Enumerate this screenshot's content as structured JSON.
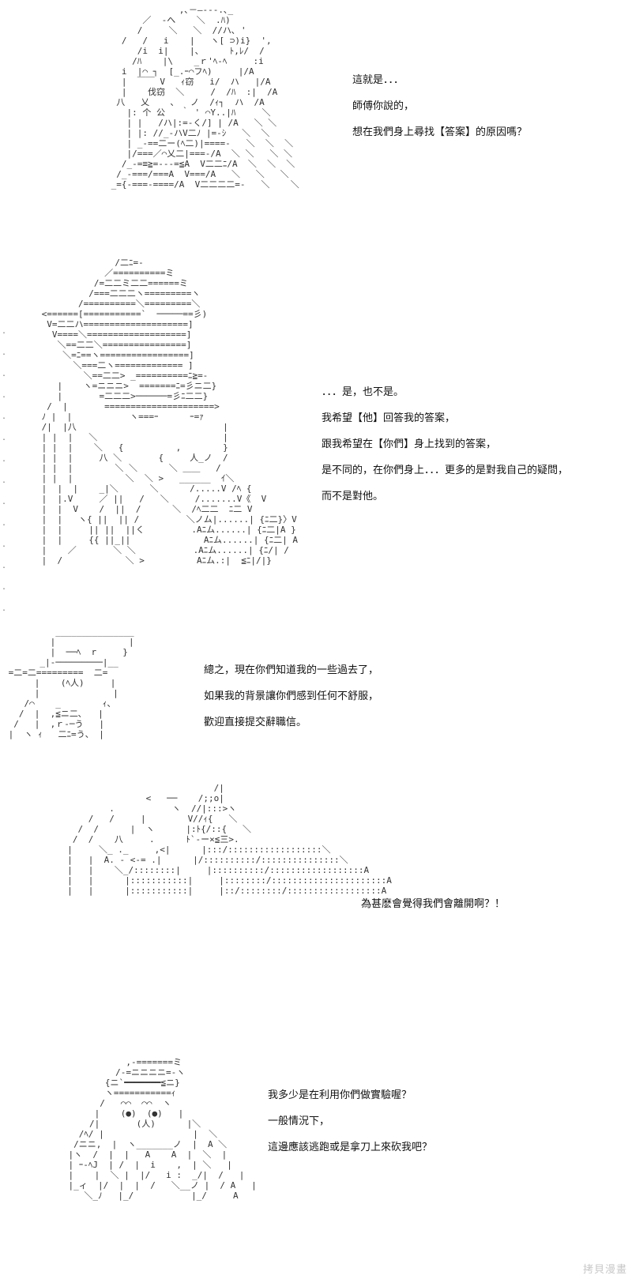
{
  "panels": [
    {
      "id": "panel-1",
      "lines": [
        "這就是．．．",
        "師傅你說的，",
        "想在我們身上尋找【答案】的原因嗎？"
      ]
    },
    {
      "id": "panel-2",
      "lines": [
        "．．．是，也不是。",
        "我希望【他】回答我的答案，",
        "跟我希望在【你們】身上找到的答案，",
        "是不同的，在你們身上．．．更多的是對我自己的疑問，",
        "而不是對他。"
      ]
    },
    {
      "id": "panel-3",
      "lines": [
        "總之，現在你們知道我的一些過去了，",
        "如果我的背景讓你們感到任何不舒服，",
        "歡迎直接提交辭職信。"
      ]
    },
    {
      "id": "panel-4",
      "lines": [
        "為甚麽會覺得我們會離開啊？！"
      ]
    },
    {
      "id": "panel-5",
      "lines": [
        "我多少是在利用你們做實驗喔？",
        "一般情況下，",
        "這邊應該逃跑或是拿刀上來砍我吧？"
      ]
    }
  ],
  "watermark": "拷貝漫畫"
}
